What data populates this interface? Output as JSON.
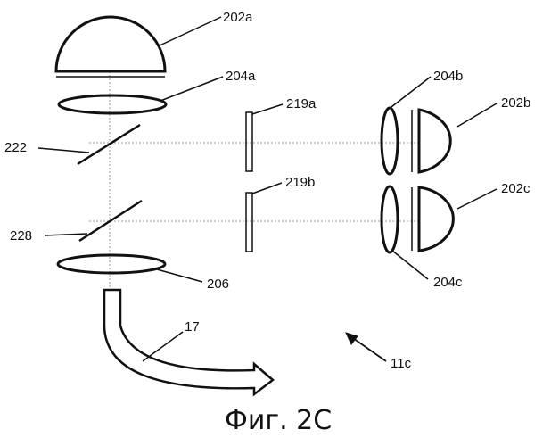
{
  "labels": {
    "l202a": "202a",
    "l204a": "204a",
    "l204b": "204b",
    "l202b": "202b",
    "l219a": "219a",
    "l222": "222",
    "l219b": "219b",
    "l202c": "202c",
    "l228": "228",
    "l206": "206",
    "l204c": "204c",
    "l17": "17",
    "l11c": "11c"
  },
  "caption": "Фиг. 2C"
}
